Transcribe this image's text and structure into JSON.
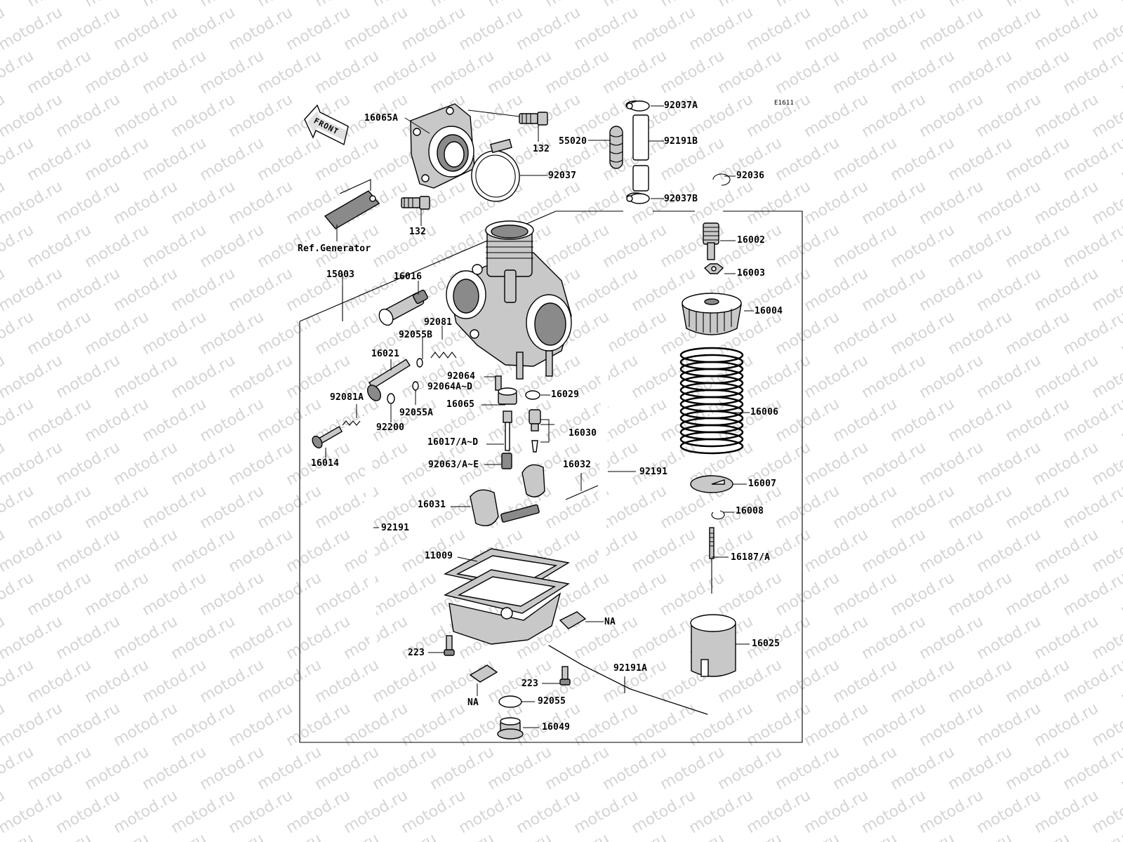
{
  "watermark_text": "motod.ru",
  "diagram_code": "E1611",
  "front_label": "FRONT",
  "ref_label": "Ref.Generator",
  "parts": [
    {
      "id": "p92037A",
      "label": "92037A",
      "icon": "wire-clip-icon"
    },
    {
      "id": "p16065A",
      "label": "16065A",
      "icon": "intake-holder-icon"
    },
    {
      "id": "p132a",
      "label": "132",
      "icon": "bolt-icon"
    },
    {
      "id": "p55020",
      "label": "55020",
      "icon": "hose-icon"
    },
    {
      "id": "p92191B",
      "label": "92191B",
      "icon": "hose-icon"
    },
    {
      "id": "p92037",
      "label": "92037",
      "icon": "clamp-icon"
    },
    {
      "id": "p92036",
      "label": "92036",
      "icon": "clip-icon"
    },
    {
      "id": "p92037B",
      "label": "92037B",
      "icon": "wire-clip-icon"
    },
    {
      "id": "p132b",
      "label": "132",
      "icon": "bolt-icon"
    },
    {
      "id": "p16002",
      "label": "16002",
      "icon": "adjuster-icon"
    },
    {
      "id": "p16003",
      "label": "16003",
      "icon": "nut-icon"
    },
    {
      "id": "p15003",
      "label": "15003",
      "icon": "carburetor-assy-icon"
    },
    {
      "id": "p16016",
      "label": "16016",
      "icon": "starter-plunger-icon"
    },
    {
      "id": "p16004",
      "label": "16004",
      "icon": "cap-icon"
    },
    {
      "id": "p92081",
      "label": "92081",
      "icon": "spring-icon"
    },
    {
      "id": "p92055B",
      "label": "92055B",
      "icon": "o-ring-icon"
    },
    {
      "id": "p16021",
      "label": "16021",
      "icon": "air-screw-icon"
    },
    {
      "id": "p92064",
      "label": "92064",
      "icon": "pilot-jet-icon"
    },
    {
      "id": "p92064AD",
      "label": "92064A~D",
      "icon": "pilot-jet-icon"
    },
    {
      "id": "p16029",
      "label": "16029",
      "icon": "washer-icon"
    },
    {
      "id": "p92081A",
      "label": "92081A",
      "icon": "spring-icon"
    },
    {
      "id": "p16065",
      "label": "16065",
      "icon": "jet-holder-icon"
    },
    {
      "id": "p92055A",
      "label": "92055A",
      "icon": "o-ring-icon"
    },
    {
      "id": "p16006",
      "label": "16006",
      "icon": "throttle-spring-icon"
    },
    {
      "id": "p16030",
      "label": "16030",
      "icon": "float-valve-icon"
    },
    {
      "id": "p92200",
      "label": "92200",
      "icon": "washer-icon"
    },
    {
      "id": "p16017AD",
      "label": "16017/A~D",
      "icon": "needle-jet-icon"
    },
    {
      "id": "p16014",
      "label": "16014",
      "icon": "idle-screw-icon"
    },
    {
      "id": "p92063AE",
      "label": "92063/A~E",
      "icon": "main-jet-icon"
    },
    {
      "id": "p16032",
      "label": "16032",
      "icon": "pin-icon"
    },
    {
      "id": "p92191a",
      "label": "92191",
      "icon": "vent-tube-icon"
    },
    {
      "id": "p16007",
      "label": "16007",
      "icon": "needle-plate-icon"
    },
    {
      "id": "p16031",
      "label": "16031",
      "icon": "float-icon"
    },
    {
      "id": "p16008",
      "label": "16008",
      "icon": "clip-icon"
    },
    {
      "id": "p92191b",
      "label": "92191",
      "icon": "vent-tube-icon"
    },
    {
      "id": "p11009",
      "label": "11009",
      "icon": "gasket-icon"
    },
    {
      "id": "p16187A",
      "label": "16187/A",
      "icon": "jet-needle-icon"
    },
    {
      "id": "pNA1",
      "label": "NA",
      "icon": "bracket-icon"
    },
    {
      "id": "p16025",
      "label": "16025",
      "icon": "throttle-valve-icon"
    },
    {
      "id": "p223a",
      "label": "223",
      "icon": "screw-icon"
    },
    {
      "id": "p92191A",
      "label": "92191A",
      "icon": "drain-tube-icon"
    },
    {
      "id": "p223b",
      "label": "223",
      "icon": "screw-icon"
    },
    {
      "id": "pNA2",
      "label": "NA",
      "icon": "bracket-icon"
    },
    {
      "id": "p92055",
      "label": "92055",
      "icon": "o-ring-icon"
    },
    {
      "id": "p16049",
      "label": "16049",
      "icon": "drain-plug-icon"
    }
  ]
}
